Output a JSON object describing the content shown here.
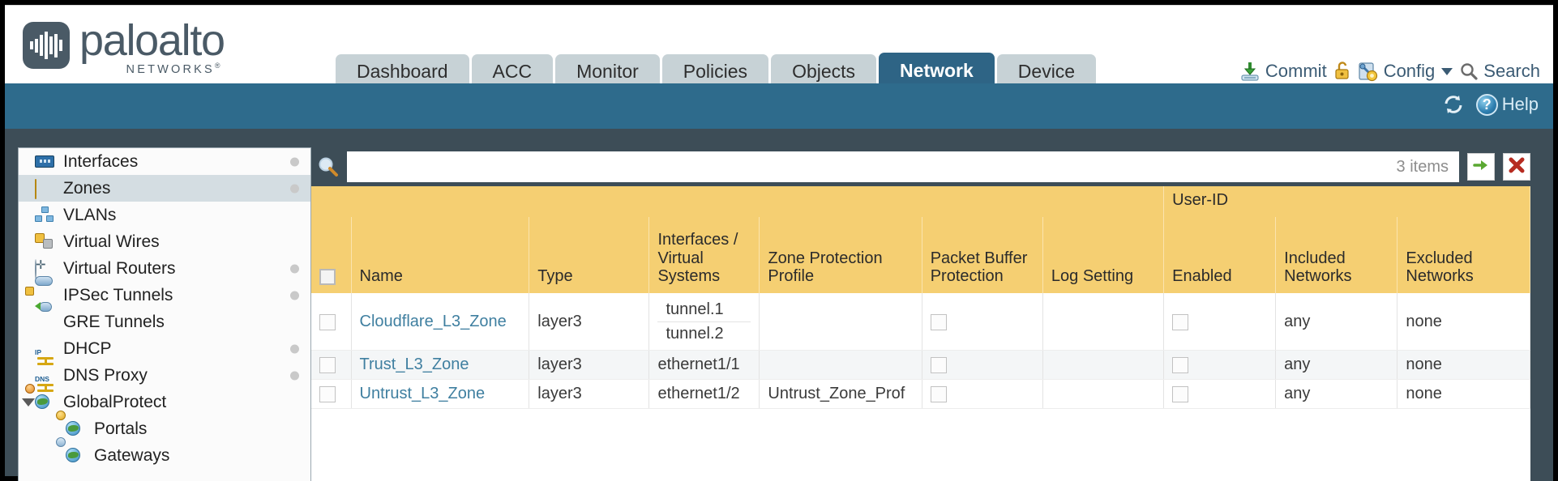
{
  "brand": {
    "name": "paloalto",
    "tagline": "NETWORKS",
    "registered": "®"
  },
  "nav": {
    "tabs": [
      {
        "label": "Dashboard",
        "active": false
      },
      {
        "label": "ACC",
        "active": false
      },
      {
        "label": "Monitor",
        "active": false
      },
      {
        "label": "Policies",
        "active": false
      },
      {
        "label": "Objects",
        "active": false
      },
      {
        "label": "Network",
        "active": true
      },
      {
        "label": "Device",
        "active": false
      }
    ]
  },
  "top_actions": {
    "commit_label": "Commit",
    "commit_icon": "commit-download-icon",
    "lock_icon": "unlock-padlock-icon",
    "config_label": "Config",
    "config_icon": "config-wrench-icon",
    "config_caret": "chevron-down-icon",
    "search_label": "Search",
    "search_icon": "search-magnifier-icon"
  },
  "band": {
    "refresh_icon": "refresh-icon",
    "help_label": "Help",
    "help_icon": "help-question-icon"
  },
  "sidebar": {
    "items": [
      {
        "label": "Interfaces",
        "icon": "interfaces-icon",
        "selected": false,
        "dot": true,
        "child": false,
        "expander": false
      },
      {
        "label": "Zones",
        "icon": "zones-icon",
        "selected": true,
        "dot": true,
        "child": false,
        "expander": false
      },
      {
        "label": "VLANs",
        "icon": "vlans-icon",
        "selected": false,
        "dot": false,
        "child": false,
        "expander": false
      },
      {
        "label": "Virtual Wires",
        "icon": "virtual-wires-icon",
        "selected": false,
        "dot": false,
        "child": false,
        "expander": false
      },
      {
        "label": "Virtual Routers",
        "icon": "virtual-routers-icon",
        "selected": false,
        "dot": true,
        "child": false,
        "expander": false
      },
      {
        "label": "IPSec Tunnels",
        "icon": "ipsec-tunnels-icon",
        "selected": false,
        "dot": true,
        "child": false,
        "expander": false
      },
      {
        "label": "GRE Tunnels",
        "icon": "gre-tunnels-icon",
        "selected": false,
        "dot": false,
        "child": false,
        "expander": false
      },
      {
        "label": "DHCP",
        "icon": "dhcp-icon",
        "selected": false,
        "dot": true,
        "child": false,
        "expander": false
      },
      {
        "label": "DNS Proxy",
        "icon": "dns-proxy-icon",
        "selected": false,
        "dot": true,
        "child": false,
        "expander": false
      },
      {
        "label": "GlobalProtect",
        "icon": "globalprotect-icon",
        "selected": false,
        "dot": false,
        "child": false,
        "expander": true
      },
      {
        "label": "Portals",
        "icon": "portals-icon",
        "selected": false,
        "dot": false,
        "child": true,
        "expander": false
      },
      {
        "label": "Gateways",
        "icon": "gateways-icon",
        "selected": false,
        "dot": false,
        "child": true,
        "expander": false
      }
    ]
  },
  "search": {
    "icon": "search-magnifier-icon",
    "value": "",
    "placeholder": "",
    "items_count": "3 items",
    "apply_icon": "green-arrow-icon",
    "clear_icon": "red-x-icon"
  },
  "table": {
    "group_header": "User-ID",
    "columns": [
      "Name",
      "Type",
      "Interfaces / Virtual Systems",
      "Zone Protection Profile",
      "Packet Buffer Protection",
      "Log Setting",
      "Enabled",
      "Included Networks",
      "Excluded Networks"
    ],
    "columns_multiline": {
      "interfaces": [
        "Interfaces /",
        "Virtual",
        "Systems"
      ],
      "zone_protection": [
        "Zone Protection",
        "Profile"
      ],
      "packet_buffer": [
        "Packet Buffer",
        "Protection"
      ],
      "included": [
        "Included",
        "Networks"
      ],
      "excluded": [
        "Excluded",
        "Networks"
      ]
    },
    "select_all_checked": false,
    "rows": [
      {
        "selected": false,
        "name": "Cloudflare_L3_Zone",
        "type": "layer3",
        "interfaces": [
          "tunnel.1",
          "tunnel.2"
        ],
        "zone_protection_profile": "",
        "packet_buffer_protection": false,
        "log_setting": "",
        "userid_enabled": false,
        "included_networks": "any",
        "excluded_networks": "none"
      },
      {
        "selected": false,
        "name": "Trust_L3_Zone",
        "type": "layer3",
        "interfaces": [
          "ethernet1/1"
        ],
        "zone_protection_profile": "",
        "packet_buffer_protection": false,
        "log_setting": "",
        "userid_enabled": false,
        "included_networks": "any",
        "excluded_networks": "none"
      },
      {
        "selected": false,
        "name": "Untrust_L3_Zone",
        "type": "layer3",
        "interfaces": [
          "ethernet1/2"
        ],
        "zone_protection_profile": "Untrust_Zone_Prof",
        "packet_buffer_protection": false,
        "log_setting": "",
        "userid_enabled": false,
        "included_networks": "any",
        "excluded_networks": "none"
      }
    ]
  },
  "colors": {
    "brand_slate": "#4a5a66",
    "tab_active": "#2e6485",
    "tab_inactive": "#c7d2d6",
    "band_blue": "#2e6b8c",
    "content_dark": "#3d4d57",
    "header_gold": "#f5cf72",
    "group_gold": "#ddae3c",
    "link_blue": "#3f7fa0"
  }
}
